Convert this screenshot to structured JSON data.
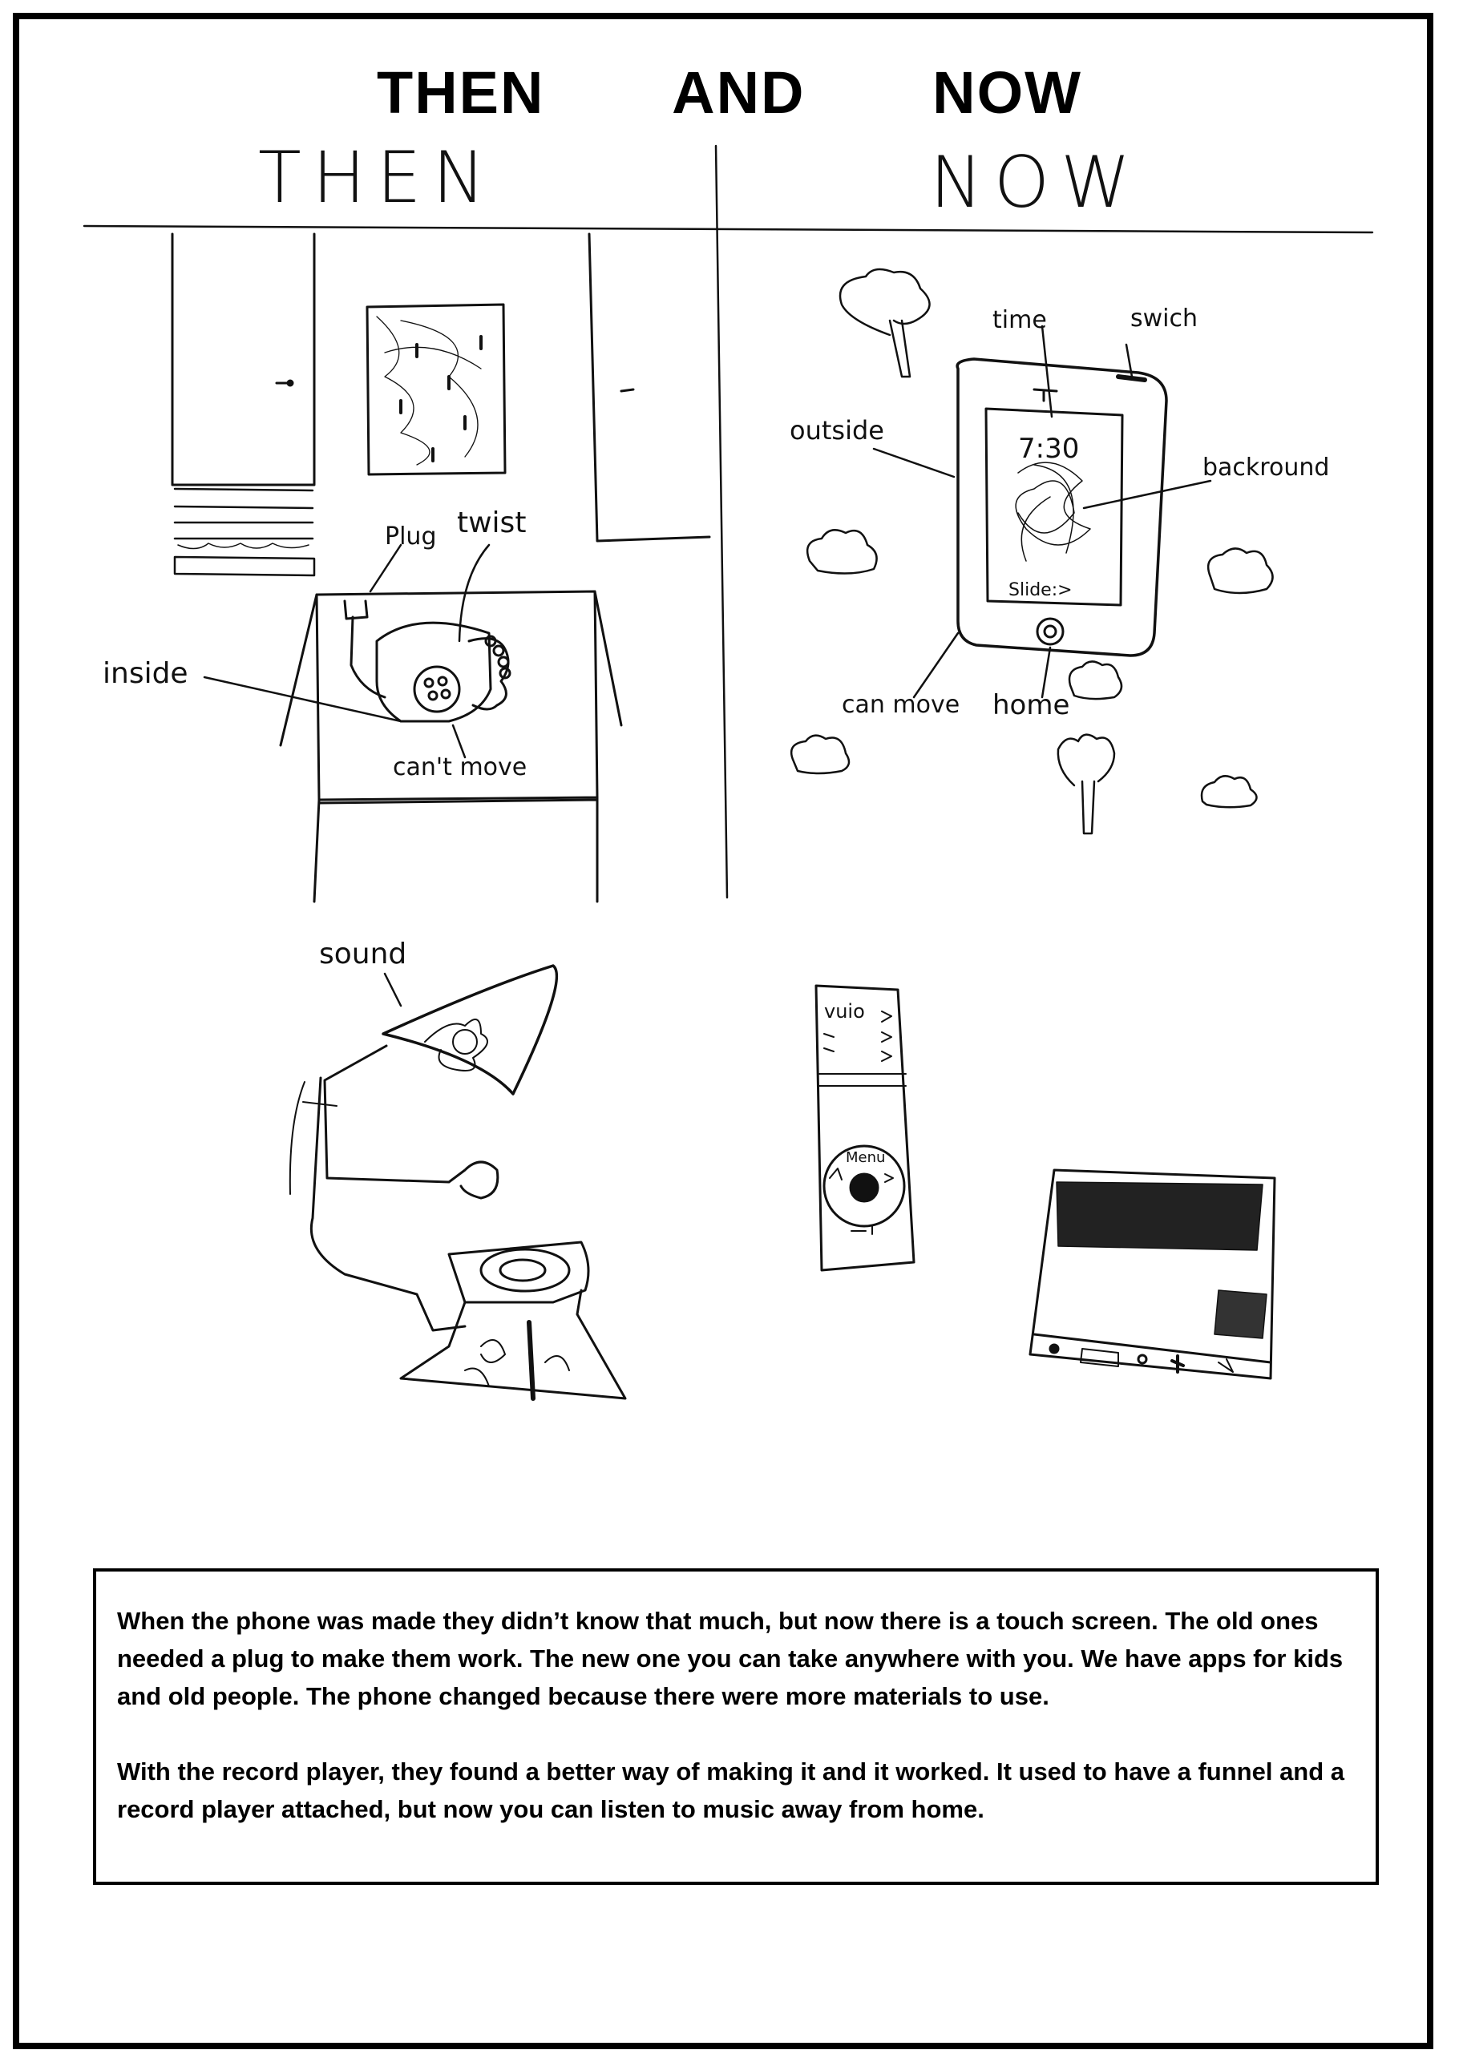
{
  "title": {
    "word1": "THEN",
    "word2": "AND",
    "word3": "NOW"
  },
  "columns": {
    "left_heading": "THEN",
    "right_heading": "NOW"
  },
  "labels_then_phone": {
    "plug": "Plug",
    "twist": "twist",
    "inside": "inside",
    "cant_move": "can't move"
  },
  "labels_now_phone": {
    "time": "time",
    "swich": "swich",
    "outside": "outside",
    "backround": "backround",
    "screen_time": "7:30",
    "slide": "Slide:>",
    "can_move": "can move",
    "home": "home"
  },
  "labels_then_player": {
    "sound": "sound"
  },
  "labels_now_player": {
    "video": "vuio",
    "menu": "Menu"
  },
  "paragraphs": [
    "When the phone was made they didn’t know that much, but now there is a touch screen. The old ones needed a plug to make them work. The new one you can take anywhere with you. We have apps for kids and old people. The phone changed because there were more materials to use.",
    "With the record player, they found a better way of making it and it worked.  It used to have a funnel and a record player attached, but now you can listen to music away from home."
  ]
}
